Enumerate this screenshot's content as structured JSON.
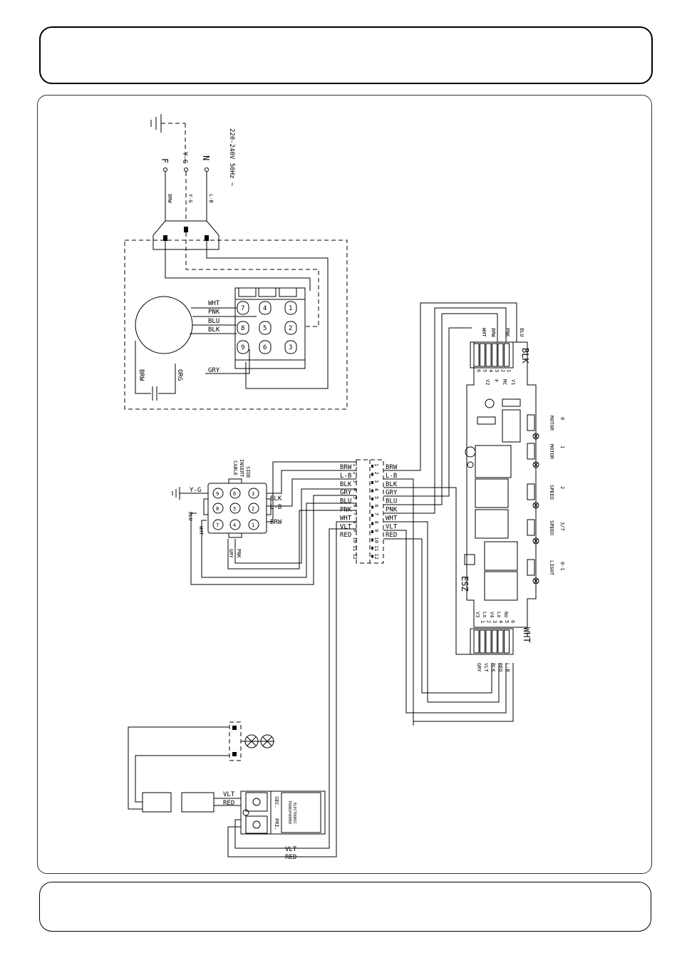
{
  "supply": {
    "voltage": "220-240V 50Hz ~",
    "terminal_f": "F",
    "terminal_yg": "Y-G",
    "terminal_n": "N"
  },
  "supply_wires": {
    "brw": "BRW",
    "yg": "Y-G",
    "lb": "L-B"
  },
  "motor": {
    "wires": [
      "WHT",
      "PNK",
      "BLU",
      "BLK",
      "GRY"
    ],
    "cap_left": "BRW",
    "cap_right": "ORG",
    "pins": [
      "7",
      "4",
      "1",
      "8",
      "5",
      "2",
      "9",
      "6",
      "3"
    ]
  },
  "side_cable": {
    "label_lines": [
      "SIDE",
      "INSERT",
      "CABLE"
    ],
    "ground_label": "Y-G",
    "pins": [
      "9",
      "6",
      "3",
      "8",
      "5",
      "2",
      "7",
      "4",
      "1"
    ],
    "wire_blk": "BLK",
    "wire_lb": "L-B",
    "wire_brw": "BRW",
    "wire_blu": "BLU",
    "wire_wht": "WHT",
    "wire_gry": "GRY",
    "wire_pnk": "PNK"
  },
  "connector": {
    "left_labels": [
      "BRW",
      "L-B",
      "BLK",
      "GRY",
      "BLU",
      "PNK",
      "WHT",
      "VLT",
      "RED"
    ],
    "right_labels": [
      "BRW",
      "L-B",
      "BLK",
      "GRY",
      "BLU",
      "PNK",
      "WHT",
      "VLT",
      "RED"
    ],
    "numbers": [
      "1",
      "2",
      "3",
      "4",
      "5",
      "6",
      "7",
      "8",
      "9",
      "10",
      "11",
      "12"
    ]
  },
  "board": {
    "name": "ESZ",
    "blk_connector": "BLK",
    "wht_connector": "WHT",
    "blk_wires": [
      "BLU",
      "PNK",
      "BRW",
      "WHT"
    ],
    "blk_pins": [
      "1",
      "2",
      "3",
      "4",
      "5",
      "6"
    ],
    "blk_pin_labels": [
      "V1",
      "MC",
      "F",
      "V2"
    ],
    "wht_pins": [
      "1",
      "2",
      "3",
      "4",
      "5",
      "6"
    ],
    "wht_pin_labels": [
      "V3",
      "Lo",
      "V4",
      "Lo",
      "No"
    ],
    "wht_wires": [
      "GRY",
      "VLT",
      "BLK",
      "RED",
      "L-B"
    ],
    "switches": [
      {
        "number": "0",
        "label": "MOTOR"
      },
      {
        "number": "1",
        "label": "MOTOR"
      },
      {
        "number": "2",
        "label": "SPEED"
      },
      {
        "number": "3/7",
        "label": "SPEED"
      },
      {
        "number": "0-1",
        "label": "LIGHT"
      }
    ]
  },
  "transformer": {
    "title_lines": [
      "ELECTRONIC",
      "TRANSFORMER"
    ],
    "sec": "SEC.",
    "pri": "PRI.",
    "wire_vlt": "VLT",
    "wire_red": "RED"
  },
  "bottom_wires": {
    "vlt": "VLT",
    "red": "RED"
  }
}
